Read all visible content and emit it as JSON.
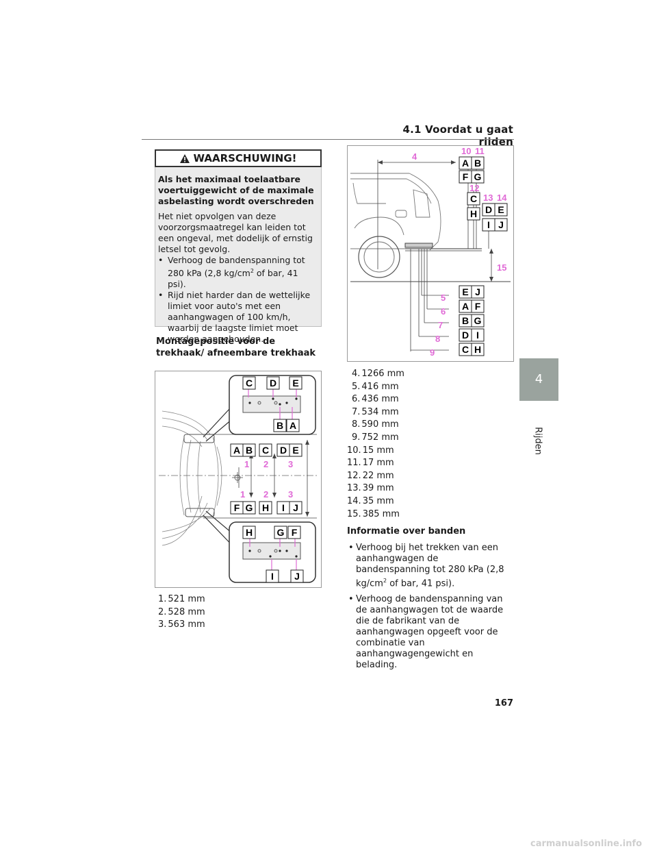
{
  "header": {
    "section_title": "4.1 Voordat u gaat rijden"
  },
  "side_tab": {
    "number": "4",
    "label": "Rijden"
  },
  "page_number": "167",
  "warning": {
    "heading": "WAARSCHUWING!",
    "title": "Als het maximaal toelaatbare voertuiggewicht of de maximale asbelasting wordt overschreden",
    "text": "Het niet opvolgen van deze voorzorgsmaatregel kan leiden tot een ongeval, met dodelijk of ernstig letsel tot gevolg.",
    "bullets": [
      {
        "pre": "Verhoog de bandenspanning tot 280 kPa (2,8 kg/cm",
        "sup": "2",
        "post": " of bar, 41 psi)."
      },
      {
        "pre": "Rijd niet harder dan de wettelijke limiet voor auto's met een aanhangwagen of 100 km/h, waarbij de laagste limiet moet worden aangehouden.",
        "sup": "",
        "post": ""
      }
    ]
  },
  "mount_heading": "Montagepositie voor de trekhaak/ afneembare trekhaak",
  "left_figure": {
    "top_inset_letters": [
      "C",
      "D",
      "E"
    ],
    "top_inset_bottom_letters": [
      "B",
      "A"
    ],
    "upper_row_letters": [
      "A",
      "B",
      "C",
      "D",
      "E"
    ],
    "upper_numbers": [
      "1",
      "2",
      "3"
    ],
    "lower_numbers": [
      "1",
      "2",
      "3"
    ],
    "lower_row_letters": [
      "F",
      "G",
      "H",
      "I",
      "J"
    ],
    "bottom_inset_letters": [
      "H",
      "G",
      "F"
    ],
    "bottom_inset_bottom_letters": [
      "I",
      "J"
    ]
  },
  "right_figure": {
    "dim_4": "4",
    "nums_top": [
      "10",
      "11"
    ],
    "box_AB": [
      "A",
      "B"
    ],
    "box_FG": [
      "F",
      "G"
    ],
    "num_12": "12",
    "box_C": "C",
    "box_H": "H",
    "nums_1314": [
      "13",
      "14"
    ],
    "box_DE": [
      "D",
      "E"
    ],
    "box_IJ": [
      "I",
      "J"
    ],
    "num_15": "15",
    "lower_rows": [
      {
        "num": "5",
        "letters": [
          "E",
          "J"
        ]
      },
      {
        "num": "6",
        "letters": [
          "A",
          "F"
        ]
      },
      {
        "num": "7",
        "letters": [
          "B",
          "G"
        ]
      },
      {
        "num": "8",
        "letters": [
          "D",
          "I"
        ]
      },
      {
        "num": "9",
        "letters": [
          "C",
          "H"
        ]
      }
    ]
  },
  "measures_left": [
    {
      "num": "1.",
      "value": "521 mm"
    },
    {
      "num": "2.",
      "value": "528 mm"
    },
    {
      "num": "3.",
      "value": "563 mm"
    }
  ],
  "measures_right": [
    {
      "num": "4.",
      "value": "1266 mm"
    },
    {
      "num": "5.",
      "value": "416 mm"
    },
    {
      "num": "6.",
      "value": "436 mm"
    },
    {
      "num": "7.",
      "value": "534 mm"
    },
    {
      "num": "8.",
      "value": "590 mm"
    },
    {
      "num": "9.",
      "value": "752 mm"
    },
    {
      "num": "10.",
      "value": "15 mm"
    },
    {
      "num": "11.",
      "value": "17 mm"
    },
    {
      "num": "12.",
      "value": "22 mm"
    },
    {
      "num": "13.",
      "value": "39 mm"
    },
    {
      "num": "14.",
      "value": "35 mm"
    },
    {
      "num": "15.",
      "value": "385 mm"
    }
  ],
  "info": {
    "heading": "Informatie over banden",
    "items": [
      {
        "pre": "Verhoog bij het trekken van een aanhangwagen de bandenspanning tot 280 kPa (2,8 kg/cm",
        "sup": "2",
        "post": " of bar, 41 psi)."
      },
      {
        "pre": "Verhoog de bandenspanning van de aanhangwagen tot de waarde die de fabrikant van de aanhangwagen opgeeft voor de combinatie van aanhangwagengewicht en belading.",
        "sup": "",
        "post": ""
      }
    ]
  },
  "footer_mark": "carmanualsonline.info"
}
